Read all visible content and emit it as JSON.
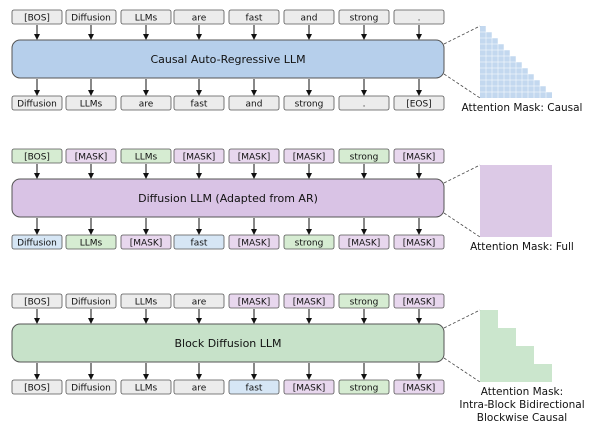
{
  "colors": {
    "gray": "#ececec",
    "green": "#d6ecd2",
    "purple": "#e8d7ee",
    "blue": "#d6e6f5",
    "ar_block": "#b6cfeb",
    "diff_block": "#d9c3e5",
    "bd_block": "#c7e2c9",
    "mask_blue": "#c3d8ef",
    "mask_purple": "#dcc9e6",
    "mask_green": "#cbe6cd",
    "border": "#555555"
  },
  "panels": [
    {
      "block_label": "Causal Auto-Regressive LLM",
      "block_color": "ar_block",
      "mask_type": "causal",
      "mask_color": "mask_blue",
      "mask_label": [
        "Attention Mask: Causal"
      ],
      "inputs": [
        {
          "text": "[BOS]",
          "color": "gray"
        },
        {
          "text": "Diffusion",
          "color": "gray"
        },
        {
          "text": "LLMs",
          "color": "gray"
        },
        {
          "text": "are",
          "color": "gray"
        },
        {
          "text": "fast",
          "color": "gray"
        },
        {
          "text": "and",
          "color": "gray"
        },
        {
          "text": "strong",
          "color": "gray"
        },
        {
          "text": ".",
          "color": "gray"
        }
      ],
      "outputs": [
        {
          "text": "Diffusion",
          "color": "gray"
        },
        {
          "text": "LLMs",
          "color": "gray"
        },
        {
          "text": "are",
          "color": "gray"
        },
        {
          "text": "fast",
          "color": "gray"
        },
        {
          "text": "and",
          "color": "gray"
        },
        {
          "text": "strong",
          "color": "gray"
        },
        {
          "text": ".",
          "color": "gray"
        },
        {
          "text": "[EOS]",
          "color": "gray"
        }
      ]
    },
    {
      "block_label": "Diffusion LLM (Adapted from AR)",
      "block_color": "diff_block",
      "mask_type": "full",
      "mask_color": "mask_purple",
      "mask_label": [
        "Attention Mask: Full"
      ],
      "inputs": [
        {
          "text": "[BOS]",
          "color": "green"
        },
        {
          "text": "[MASK]",
          "color": "purple"
        },
        {
          "text": "LLMs",
          "color": "green"
        },
        {
          "text": "[MASK]",
          "color": "purple"
        },
        {
          "text": "[MASK]",
          "color": "purple"
        },
        {
          "text": "[MASK]",
          "color": "purple"
        },
        {
          "text": "strong",
          "color": "green"
        },
        {
          "text": "[MASK]",
          "color": "purple"
        }
      ],
      "outputs": [
        {
          "text": "Diffusion",
          "color": "blue"
        },
        {
          "text": "LLMs",
          "color": "green"
        },
        {
          "text": "[MASK]",
          "color": "purple"
        },
        {
          "text": "fast",
          "color": "blue"
        },
        {
          "text": "[MASK]",
          "color": "purple"
        },
        {
          "text": "strong",
          "color": "green"
        },
        {
          "text": "[MASK]",
          "color": "purple"
        },
        {
          "text": "[MASK]",
          "color": "purple"
        }
      ]
    },
    {
      "block_label": "Block Diffusion LLM",
      "block_color": "bd_block",
      "mask_type": "blockwise",
      "mask_color": "mask_green",
      "mask_label": [
        "Attention Mask:",
        "Intra-Block Bidirectional",
        "Blockwise Causal"
      ],
      "inputs": [
        {
          "text": "[BOS]",
          "color": "gray"
        },
        {
          "text": "Diffusion",
          "color": "gray"
        },
        {
          "text": "LLMs",
          "color": "gray"
        },
        {
          "text": "are",
          "color": "gray"
        },
        {
          "text": "[MASK]",
          "color": "purple"
        },
        {
          "text": "[MASK]",
          "color": "purple"
        },
        {
          "text": "strong",
          "color": "green"
        },
        {
          "text": "[MASK]",
          "color": "purple"
        }
      ],
      "outputs": [
        {
          "text": "[BOS]",
          "color": "gray"
        },
        {
          "text": "Diffusion",
          "color": "gray"
        },
        {
          "text": "LLMs",
          "color": "gray"
        },
        {
          "text": "are",
          "color": "gray"
        },
        {
          "text": "fast",
          "color": "blue"
        },
        {
          "text": "[MASK]",
          "color": "purple"
        },
        {
          "text": "strong",
          "color": "green"
        },
        {
          "text": "[MASK]",
          "color": "purple"
        }
      ]
    }
  ]
}
